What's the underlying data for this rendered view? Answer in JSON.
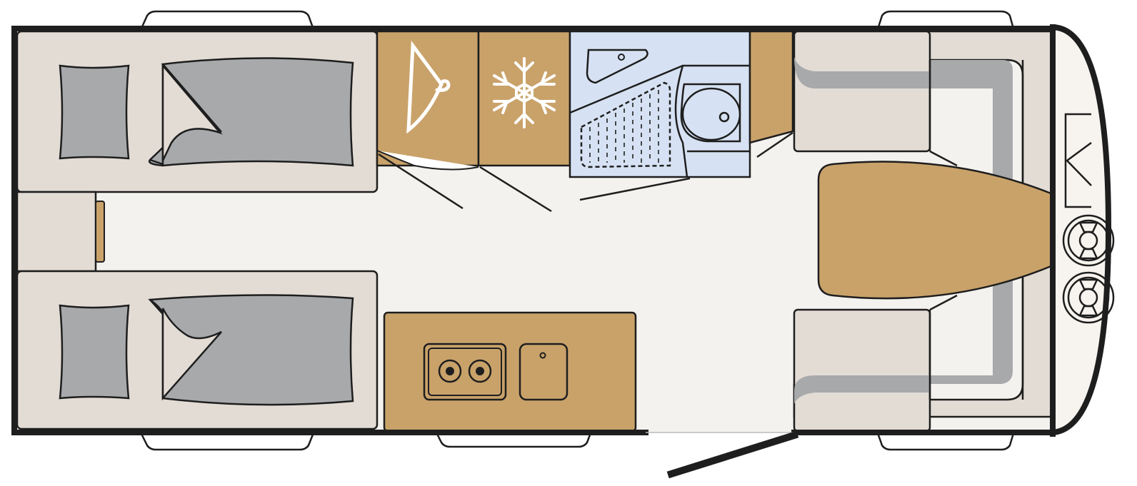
{
  "diagram": {
    "kind": "caravan-floor-plan",
    "areas": [
      "bed-left-top",
      "bed-left-bottom",
      "wardrobe",
      "fridge",
      "washroom",
      "kitchen",
      "dinette",
      "entrance-door",
      "drawbar-locker"
    ],
    "icons": [
      "hanger-icon",
      "snowflake-icon",
      "sink-icon",
      "shower-tray-icon",
      "toilet-icon",
      "hob-icon",
      "pillow-icon",
      "blanket-icon",
      "gas-bottle-icon"
    ]
  },
  "colors": {
    "wall": "#1e1e1e",
    "floor": "#f4f2ee",
    "bed_frame": "#e3dcd5",
    "bedding": "#a7a9ab",
    "wood": "#c9a26a",
    "bath": "#d6e2f3",
    "window": "#ffffff",
    "nose": "#f7f4ef"
  }
}
